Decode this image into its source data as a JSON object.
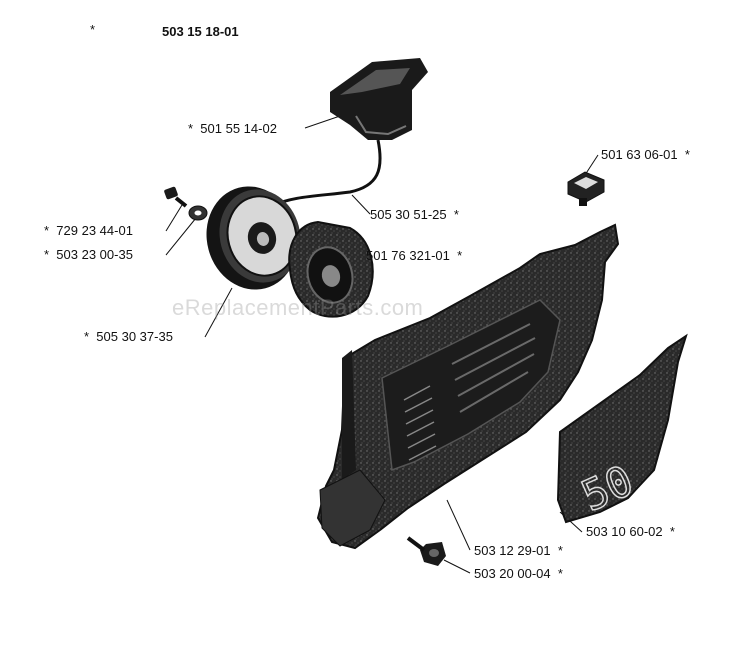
{
  "diagram": {
    "title_number": "503 15 18-01",
    "title_asterisk": "*",
    "watermark": "eReplacementParts.com",
    "sticker_text": "50",
    "parts": [
      {
        "number": "501 55 14-02",
        "asterisk": "*",
        "name": "starter-handle"
      },
      {
        "number": "505 30 51-25",
        "asterisk": "*",
        "name": "starter-cord"
      },
      {
        "number": "729 23 44-01",
        "asterisk": "*",
        "name": "screw"
      },
      {
        "number": "503 23 00-35",
        "asterisk": "*",
        "name": "washer"
      },
      {
        "number": "501 76 321-01",
        "asterisk": "*",
        "name": "recoil-spring"
      },
      {
        "number": "505 30 37-35",
        "asterisk": "*",
        "name": "rope-pulley"
      },
      {
        "number": "501 63 06-01",
        "asterisk": "*",
        "name": "grommet"
      },
      {
        "number": "503 12 29-01",
        "asterisk": "*",
        "name": "starter-housing"
      },
      {
        "number": "503 10 60-02",
        "asterisk": "*",
        "name": "decal"
      },
      {
        "number": "503 20 00-04",
        "asterisk": "*",
        "name": "bolt"
      }
    ]
  }
}
